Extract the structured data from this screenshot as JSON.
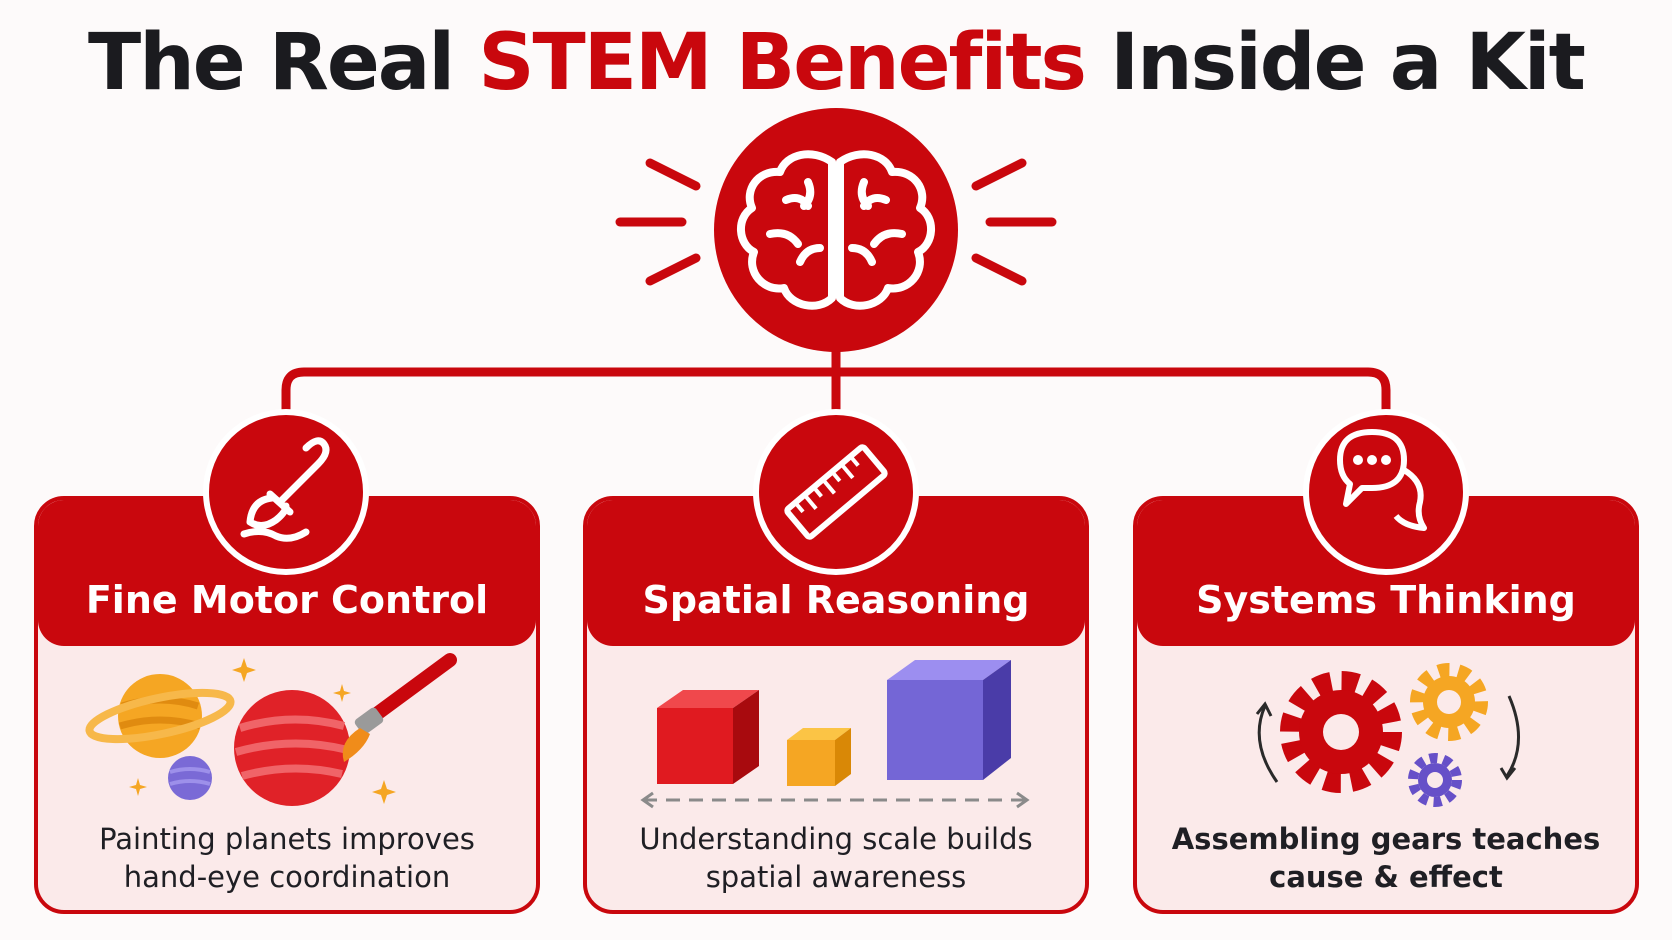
{
  "title": {
    "part1": "The Real ",
    "accent": "STEM Benefits",
    "part2": " Inside a Kit"
  },
  "colors": {
    "primary_red": "#c9070d",
    "card_bg": "#fbeaea",
    "text_dark": "#1b1b1f"
  },
  "center_icon": "brain-icon",
  "cards": [
    {
      "title": "Fine Motor Control",
      "icon": "paintbrush-icon",
      "illustration": "planets-painting",
      "caption_line1": "Painting planets improves",
      "caption_line2": "hand-eye coordination"
    },
    {
      "title": "Spatial Reasoning",
      "icon": "ruler-icon",
      "illustration": "scale-cubes",
      "caption_line1": "Understanding scale builds",
      "caption_line2": "spatial awareness"
    },
    {
      "title": "Systems Thinking",
      "icon": "chat-bubbles-icon",
      "illustration": "gears",
      "caption_line1": "Assembling gears teaches",
      "caption_line2": "cause & effect"
    }
  ]
}
